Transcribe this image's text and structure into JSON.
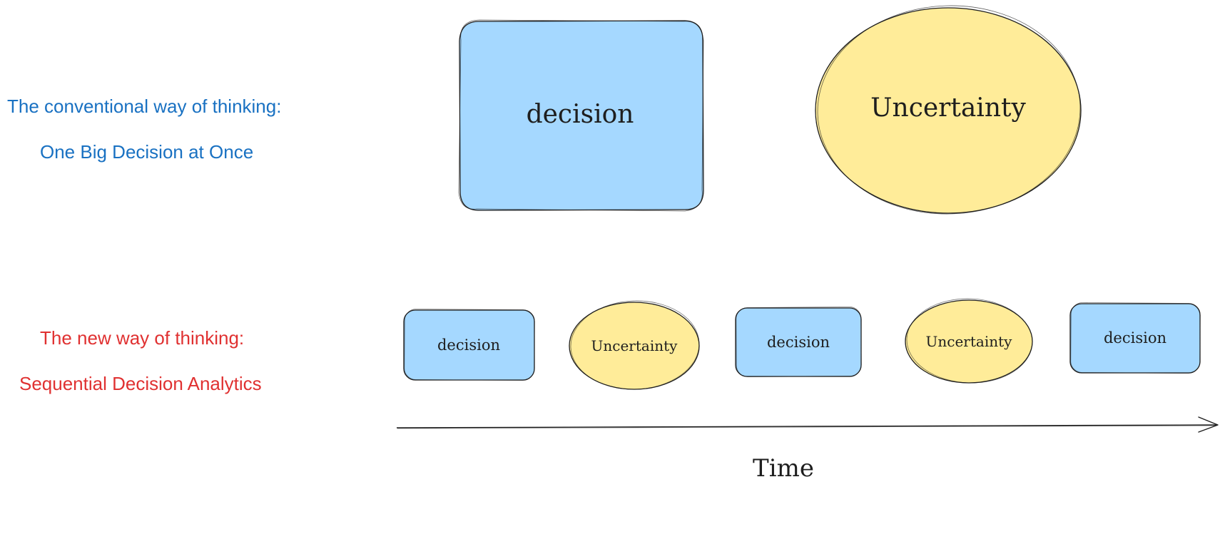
{
  "colors": {
    "decision_fill": "#a5d8ff",
    "uncertainty_fill": "#ffec99",
    "stroke": "#1e1e1e",
    "conventional_text": "#1971c2",
    "new_text": "#e03131"
  },
  "conventional": {
    "heading": "The conventional way of thinking:",
    "subheading": "One Big Decision at Once",
    "decision_label": "decision",
    "uncertainty_label": "Uncertainty"
  },
  "new_way": {
    "heading": "The new way of thinking:",
    "subheading": "Sequential Decision Analytics",
    "sequence": [
      {
        "kind": "decision",
        "label": "decision"
      },
      {
        "kind": "uncertainty",
        "label": "Uncertainty"
      },
      {
        "kind": "decision",
        "label": "decision"
      },
      {
        "kind": "uncertainty",
        "label": "Uncertainty"
      },
      {
        "kind": "decision",
        "label": "decision"
      }
    ]
  },
  "time_axis": {
    "label": "Time",
    "arrow_icon": "arrow-right-icon"
  }
}
